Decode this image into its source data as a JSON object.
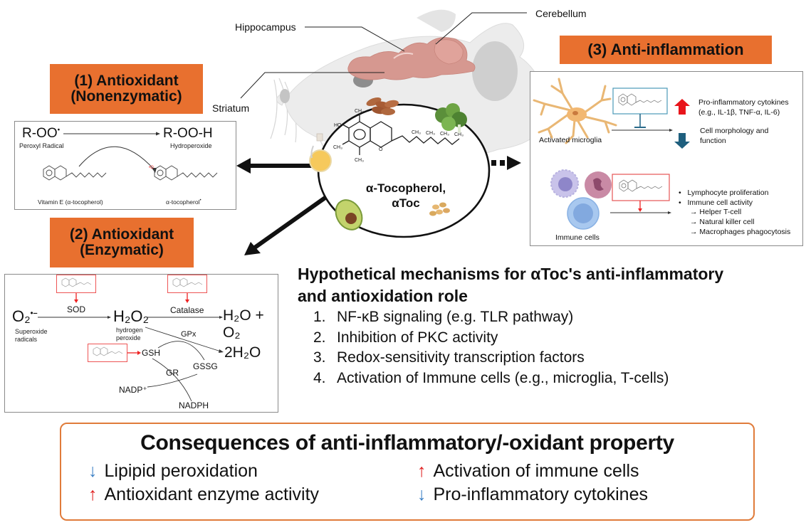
{
  "brain": {
    "labels": {
      "hippocampus": "Hippocampus",
      "cerebellum": "Cerebellum",
      "striatum": "Striatum"
    }
  },
  "center": {
    "name_line1": "α-Tocopherol,",
    "name_line2": "αToc",
    "structure": {
      "ho": "HO",
      "ch3": "CH₃",
      "o": "O"
    }
  },
  "section1": {
    "title_line1": "(1) Antioxidant",
    "title_line2": "(Nonenzymatic)",
    "reactant": "R-OO",
    "reactant_sup": "•",
    "reactant_label": "Peroxyl Radical",
    "product": "R-OO-H",
    "product_label": "Hydroperoxide",
    "vitE_label": "Vitamin E (α-tocopherol)",
    "radical_label": "α-tocopherol",
    "radical_sup": "•"
  },
  "section2": {
    "title_line1": "(2) Antioxidant",
    "title_line2": "(Enzymatic)",
    "superoxide": "O₂",
    "superoxide_sup": "•–",
    "superoxide_label_1": "Superoxide",
    "superoxide_label_2": "radicals",
    "sod": "SOD",
    "h2o2": "H₂O₂",
    "h2o2_label_1": "hydrogen",
    "h2o2_label_2": "peroxide",
    "catalase": "Catalase",
    "products": "H₂O + O₂",
    "gpx": "GPx",
    "water": "2H₂O",
    "gsh": "GSH",
    "gssg": "GSSG",
    "gr": "GR",
    "nadp": "NADP⁺",
    "nadph": "NADPH"
  },
  "section3": {
    "title": "(3) Anti-inflammation",
    "microglia_label": "Activated microglia",
    "up_effect_1": "Pro-inflammatory cytokines",
    "up_effect_2": "(e.g., IL-1β, TNF-α, IL-6)",
    "down_effect_1": "Cell morphology and",
    "down_effect_2": "function",
    "immune_label": "Immune cells",
    "immune_effects": [
      "Lymphocyte proliferation",
      "Immune cell activity"
    ],
    "immune_subeffects": [
      "→ Helper T-cell",
      "→ Natural killer cell",
      "→ Macrophages phagocytosis"
    ]
  },
  "mechanisms": {
    "title_line1": "Hypothetical mechanisms for αToc's anti-inflammatory",
    "title_line2": "and antioxidation role",
    "items": [
      {
        "num": "1.",
        "text": "NF-κB signaling (e.g. TLR pathway)"
      },
      {
        "num": "2.",
        "text": "Inhibition of PKC activity"
      },
      {
        "num": "3.",
        "text": "Redox-sensitivity transcription factors"
      },
      {
        "num": "4.",
        "text": "Activation of Immune cells (e.g., microglia, T-cells)"
      }
    ]
  },
  "consequences": {
    "title": "Consequences of anti-inflammatory/-oxidant property",
    "items": [
      {
        "arrow": "↓",
        "direction": "down",
        "text": "Lipipid peroxidation"
      },
      {
        "arrow": "↑",
        "direction": "up",
        "text": "Activation of immune cells"
      },
      {
        "arrow": "↑",
        "direction": "up",
        "text": "Antioxidant enzyme activity"
      },
      {
        "arrow": "↓",
        "direction": "down",
        "text": "Pro-inflammatory cytokines"
      }
    ]
  },
  "colors": {
    "orange": "#e8702f",
    "up_red": "#e02020",
    "down_blue": "#3a7fc4",
    "inhibitor_frame": "#4b9ab8",
    "enhancer_frame": "#e55555"
  }
}
